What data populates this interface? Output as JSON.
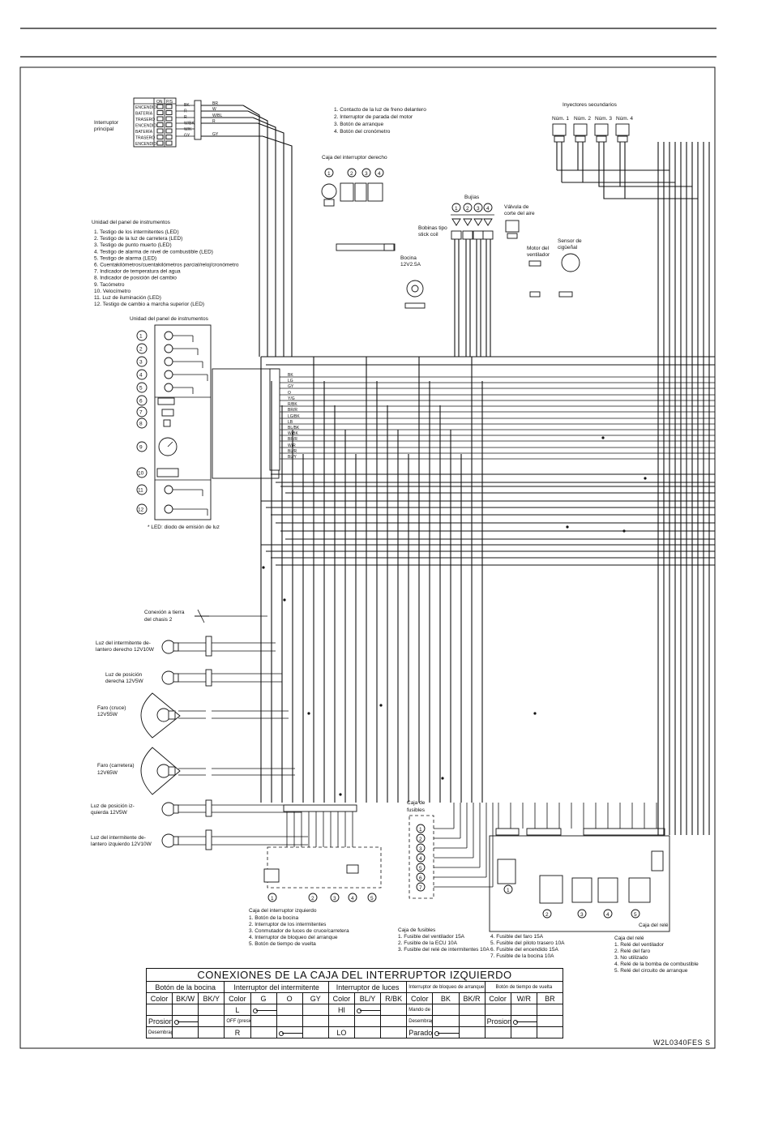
{
  "main_switch": {
    "label": "Interruptor\nprincipal",
    "header": [
      "ON",
      "P/S"
    ],
    "rows": [
      "ENCENDIDO",
      "BATERÍA",
      "TRASERO",
      "ENCENDIDO",
      "BATERÍA",
      "TRASERO",
      "ENCENDIDO"
    ],
    "wire_colors_left": [
      "BK",
      "R",
      "R",
      "W/BK",
      "W/K",
      "GY"
    ],
    "wire_colors_right": [
      "BR",
      "W",
      "W/BL",
      "R",
      "GY"
    ]
  },
  "right_switch_notes": [
    "1. Contacto de la luz de freno delantero",
    "2. Interruptor de parada del motor",
    "3. Botón de arranque",
    "4. Botón del cronómetro"
  ],
  "right_switch_box": "Caja del interruptor derecho",
  "secondary_injectors": {
    "title": "Inyectores secundarios",
    "items": [
      "Núm. 1",
      "Núm. 2",
      "Núm. 3",
      "Núm. 4"
    ]
  },
  "instrument_panel_title": "Unidad del panel de instrumentos",
  "instrument_panel_list": [
    "1. Testigo de los intermitentes (LED)",
    "2. Testigo de la luz de carretera (LED)",
    "3. Testigo de punto muerto (LED)",
    "4. Testigo de alarma de nivel de combustible (LED)",
    "5. Testigo de alarma (LED)",
    "6. Cuentakilómetros/cuentakilómetros parcial/reloj/cronómetro",
    "7. Indicador de temperatura del agua",
    "8. Indicador de posición del cambio",
    "9. Tacómetro",
    "10. Velocímetro",
    "11. Luz de iluminación (LED)",
    "12. Testigo de cambio a marcha superior (LED)"
  ],
  "instrument_unit_label": "Unidad del panel de instrumentos",
  "led_note": "* LED: diodo de emisión de luz",
  "panel_wire_colors": [
    "BK",
    "LG",
    "GY",
    "O",
    "Y/G",
    "R/BK",
    "BR/R",
    "LG/BK",
    "LB",
    "BL/BK",
    "W/BK",
    "BR/R",
    "W/R",
    "BL/R",
    "BL/Y"
  ],
  "spark_plugs": "Bujías",
  "stick_coils": "Bobinas tipo\nstick coil",
  "air_valve": "Válvula de\ncorte del aire",
  "horn": "Bocina\n12V2.5A",
  "fan_motor": "Motor del\nventilador",
  "crank_sensor": "Sensor de\ncigüeñal",
  "left_components": [
    {
      "label": "Conexión a tierra\ndel chasis 2"
    },
    {
      "label": "Luz del intermitente de-\nlantero derecho 12V10W"
    },
    {
      "label": "Luz de posición\nderecha 12V5W"
    },
    {
      "label": "Faro (cruce)\n12V55W"
    },
    {
      "label": "Faro (carretera)\n12V65W"
    },
    {
      "label": "Luz de posición iz-\nquierda 12V5W"
    },
    {
      "label": "Luz del intermitente de-\nlantero izquierdo 12V10W"
    }
  ],
  "left_switch_title": "Caja del interruptor izquierdo",
  "left_switch_notes": [
    "1. Botón de la bocina",
    "2. Interruptor de los intermitentes",
    "3. Conmutador de luces de cruce/carretera",
    "4. Interruptor de bloqueo del arranque",
    "5. Botón de tiempo de vuelta"
  ],
  "fuse_box_label": "Caja de\nfusibles",
  "fuse_notes_a": [
    "Caja de fusibles",
    "1. Fusible del ventilador 15A",
    "2. Fusible de la ECU 10A",
    "3. Fusible del relé de\n    intermitentes 10A"
  ],
  "fuse_notes_b": [
    "4. Fusible del faro 15A",
    "5. Fusible del piloto trasero 10A",
    "6. Fusible del encendido 15A",
    "7. Fusible de la bocina 10A"
  ],
  "relay_box_label": "Caja del relé",
  "relay_notes": [
    "Caja del relé",
    "1. Relé del ventilador",
    "2. Relé del faro",
    "3. No utilizado",
    "4. Relé de la bomba de combustible",
    "5. Relé del circuito de arranque"
  ],
  "table": {
    "title": "CONEXIONES DE LA CAJA DEL INTERRUPTOR IZQUIERDO",
    "groups": [
      "Botón de la bocina",
      "Interruptor del intermitente",
      "Interruptor de luces",
      "Interruptor de bloqueo de arranque",
      "Botón de tiempo de vuelta"
    ],
    "header": [
      "Color",
      "BK/W",
      "BK/Y",
      "Color",
      "G",
      "O",
      "GY",
      "Color",
      "BL/Y",
      "R/BK",
      "Color",
      "BK",
      "BK/R",
      "Color",
      "W/R",
      "BR"
    ],
    "row1": [
      "",
      "",
      "",
      "L",
      "",
      "",
      "",
      "HI",
      "",
      "",
      "Mando de embrague",
      "",
      "",
      "",
      "",
      ""
    ],
    "row2": [
      "Prosionar",
      "",
      "",
      "OFF (presionar)",
      "",
      "",
      "",
      "",
      "",
      "",
      "Desembragado",
      "",
      "",
      "Prosionar",
      "",
      ""
    ],
    "row3": [
      "Desembragado",
      "",
      "",
      "R",
      "",
      "",
      "",
      "LO",
      "",
      "",
      "Parado",
      "",
      "",
      "",
      "",
      ""
    ]
  },
  "footer_code": "W2L0340FES   S"
}
